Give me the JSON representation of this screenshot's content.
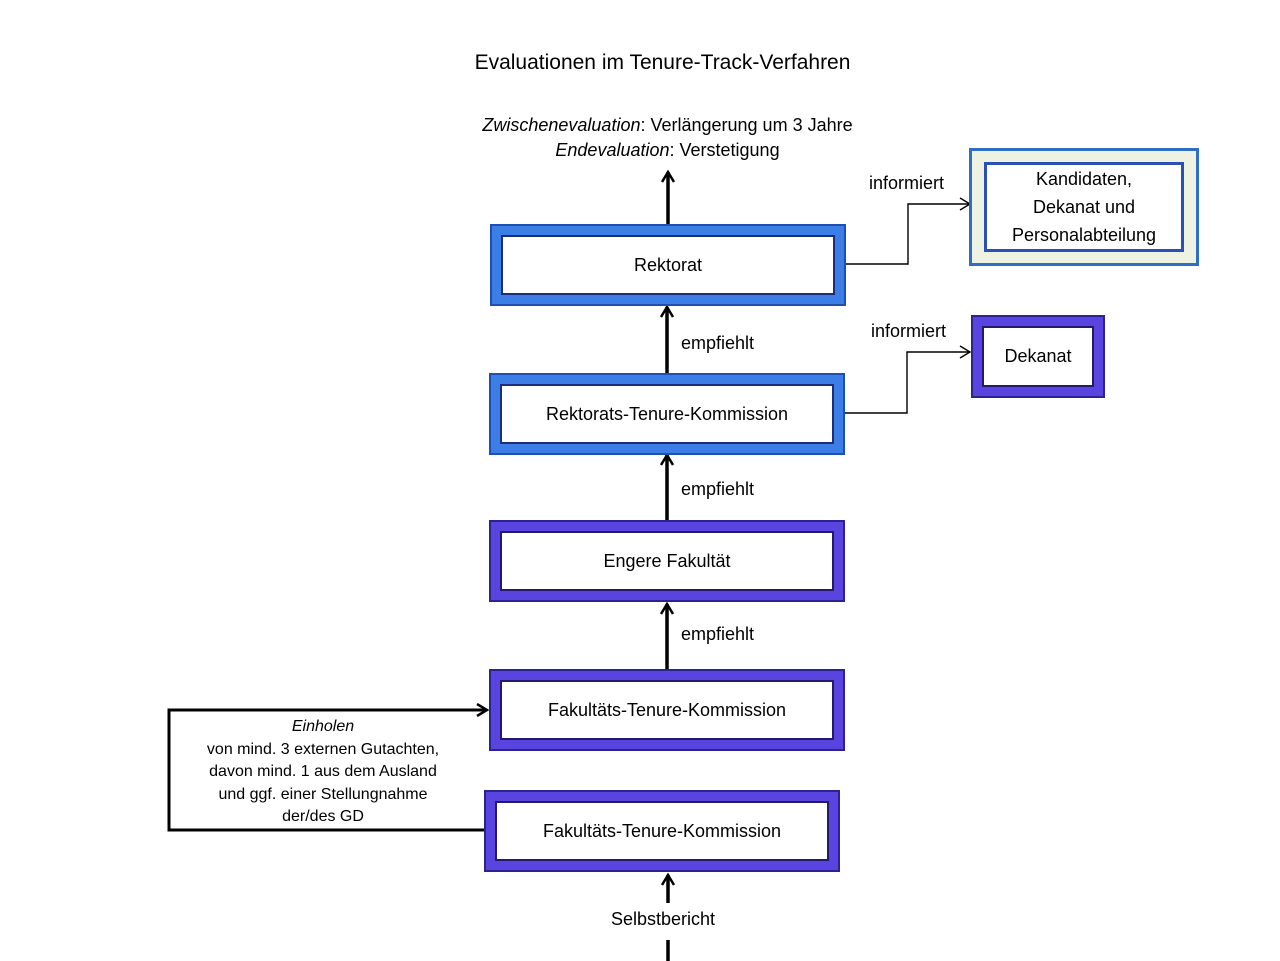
{
  "title": "Evaluationen im Tenure-Track-Verfahren",
  "top_note": {
    "line1_italic": "Zwischenevaluation",
    "line1_rest": ": Verlängerung um 3 Jahre",
    "line2_italic": "Endevaluation",
    "line2_rest": ": Verstetigung"
  },
  "boxes": {
    "rektorat": "Rektorat",
    "rektorats_kommission": "Rektorats-Tenure-Kommission",
    "engere_fakultaet": "Engere Fakultät",
    "fakultaets_kommission_1": "Fakultäts-Tenure-Kommission",
    "fakultaets_kommission_2": "Fakultäts-Tenure-Kommission",
    "kandidaten": {
      "line1": "Kandidaten,",
      "line2": "Dekanat und",
      "line3": "Personalabteilung"
    },
    "dekanat": "Dekanat"
  },
  "edges": {
    "empfiehlt_1": "empfiehlt",
    "empfiehlt_2": "empfiehlt",
    "empfiehlt_3": "empfiehlt",
    "informiert_1": "informiert",
    "informiert_2": "informiert",
    "selbstbericht": "Selbstbericht"
  },
  "left_note": {
    "italic": "Einholen",
    "line2": "von mind. 3 externen Gutachten,",
    "line3": "davon mind. 1 aus dem Ausland",
    "line4": "und ggf. einer Stellungnahme",
    "line5": "der/des GD"
  },
  "colors": {
    "blue_box": "#3d7ee6",
    "purple_box": "#5a44e0",
    "green_fill": "#eef2e2"
  }
}
